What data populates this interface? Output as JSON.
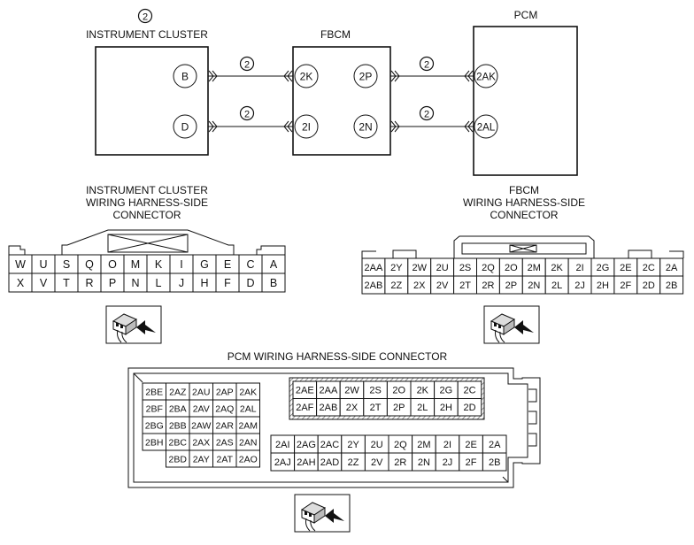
{
  "wiring": {
    "instrument_cluster": {
      "note_marker": "2",
      "title": "INSTRUMENT CLUSTER",
      "pins": [
        "B",
        "D"
      ]
    },
    "fbcm": {
      "title": "FBCM",
      "left_pins": [
        "2K",
        "2I"
      ],
      "right_pins": [
        "2P",
        "2N"
      ]
    },
    "pcm": {
      "title": "PCM",
      "pins": [
        "2AK",
        "2AL"
      ]
    },
    "wire_markers": [
      "2",
      "2",
      "2",
      "2"
    ]
  },
  "ic_connector": {
    "title_lines": [
      "INSTRUMENT CLUSTER",
      "WIRING HARNESS-SIDE",
      "CONNECTOR"
    ],
    "top_row": [
      "W",
      "U",
      "S",
      "Q",
      "O",
      "M",
      "K",
      "I",
      "G",
      "E",
      "C",
      "A"
    ],
    "bottom_row": [
      "X",
      "V",
      "T",
      "R",
      "P",
      "N",
      "L",
      "J",
      "H",
      "F",
      "D",
      "B"
    ]
  },
  "fbcm_connector": {
    "title_lines": [
      "FBCM",
      "WIRING HARNESS-SIDE",
      "CONNECTOR"
    ],
    "top_row": [
      "2AA",
      "2Y",
      "2W",
      "2U",
      "2S",
      "2Q",
      "2O",
      "2M",
      "2K",
      "2I",
      "2G",
      "2E",
      "2C",
      "2A"
    ],
    "bottom_row": [
      "2AB",
      "2Z",
      "2X",
      "2V",
      "2T",
      "2R",
      "2P",
      "2N",
      "2L",
      "2J",
      "2H",
      "2F",
      "2D",
      "2B"
    ]
  },
  "pcm_connector": {
    "title": "PCM WIRING HARNESS-SIDE CONNECTOR",
    "left_block": [
      [
        "2BE",
        "2AZ",
        "2AU",
        "2AP",
        "2AK"
      ],
      [
        "2BF",
        "2BA",
        "2AV",
        "2AQ",
        "2AL"
      ],
      [
        "2BG",
        "2BB",
        "2AW",
        "2AR",
        "2AM"
      ],
      [
        "2BH",
        "2BC",
        "2AX",
        "2AS",
        "2AN"
      ],
      [
        "",
        "2BD",
        "2AY",
        "2AT",
        "2AO"
      ]
    ],
    "upper_block": [
      [
        "2AE",
        "2AA",
        "2W",
        "2S",
        "2O",
        "2K",
        "2G",
        "2C"
      ],
      [
        "2AF",
        "2AB",
        "2X",
        "2T",
        "2P",
        "2L",
        "2H",
        "2D"
      ]
    ],
    "lower_block": [
      [
        "2AI",
        "2AG",
        "2AC",
        "2Y",
        "2U",
        "2Q",
        "2M",
        "2I",
        "2E",
        "2A"
      ],
      [
        "2AJ",
        "2AH",
        "2AD",
        "2Z",
        "2V",
        "2R",
        "2N",
        "2J",
        "2F",
        "2B"
      ]
    ]
  }
}
